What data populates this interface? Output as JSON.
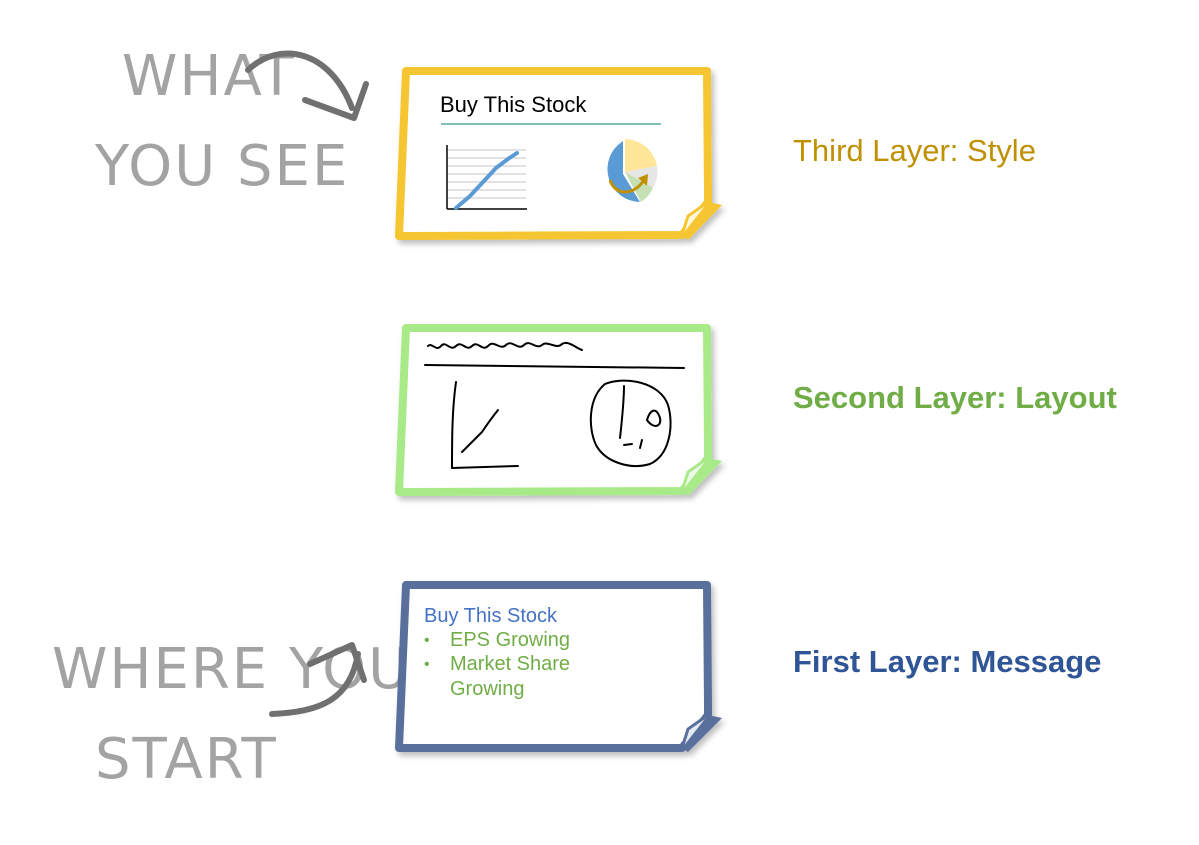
{
  "annotations": {
    "top": [
      "WHAT",
      "YOU SEE"
    ],
    "bottom": [
      "WHERE YOU",
      "START"
    ]
  },
  "layers": {
    "third": {
      "label": "Third Layer: Style",
      "color": "#bf9000",
      "border_color": "#f6c630",
      "card_title": "Buy This Stock",
      "line_chart_color": "#5b9bd5",
      "pie_colors": [
        "#5b9bd5",
        "#ffe699",
        "#c5e0b4",
        "#e7e6e6"
      ],
      "arrow_color": "#bf9000"
    },
    "second": {
      "label": "Second Layer: Layout",
      "color": "#70ad47",
      "border_color": "#a9ea88"
    },
    "first": {
      "label": "First Layer: Message",
      "color": "#2f5597",
      "border_color": "#5a6f9c",
      "card_title": "Buy This Stock",
      "card_title_color": "#4472c4",
      "bullets": [
        "EPS Growing",
        "Market Share",
        "Growing"
      ],
      "bullet_color": "#70ad47"
    }
  },
  "arrow_color": "#707070"
}
